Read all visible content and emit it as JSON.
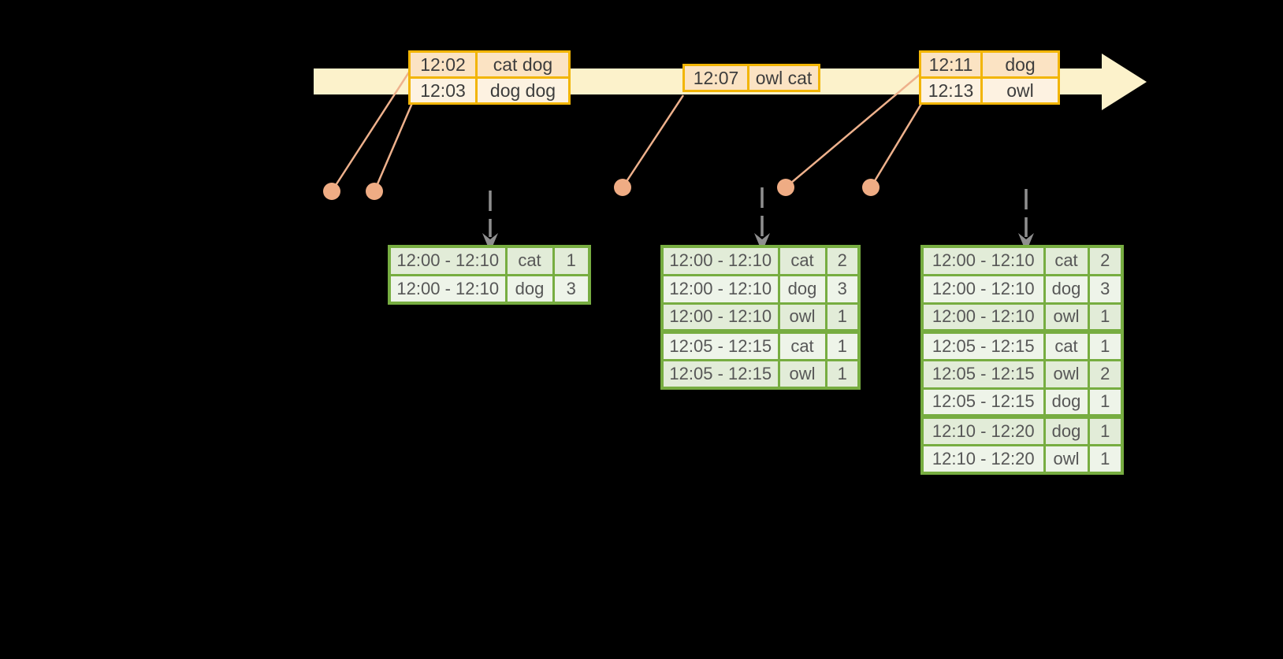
{
  "colors": {
    "timeline_fill": "#fcf2cb",
    "event_border": "#f2b505",
    "event_cell_dark": "#fbe3c3",
    "event_cell_light": "#fdf2e1",
    "event_text": "#3d3d3d",
    "connector": "#eeab82",
    "dashed_arrow": "#8f8f8f",
    "result_border": "#77ad41",
    "result_cell_dark": "#e2ecd8",
    "result_cell_light": "#eef4e9",
    "result_text": "#575757",
    "background": "#000000"
  },
  "timeline": {
    "events": [
      {
        "rows": [
          {
            "time": "12:02",
            "words": "cat dog"
          },
          {
            "time": "12:03",
            "words": "dog dog"
          }
        ]
      },
      {
        "rows": [
          {
            "time": "12:07",
            "words": "owl cat"
          }
        ]
      },
      {
        "rows": [
          {
            "time": "12:11",
            "words": "dog"
          },
          {
            "time": "12:13",
            "words": "owl"
          }
        ]
      }
    ]
  },
  "result_tables": [
    {
      "rows": [
        {
          "window": "12:00 - 12:10",
          "word": "cat",
          "count": "1"
        },
        {
          "window": "12:00 - 12:10",
          "word": "dog",
          "count": "3"
        }
      ]
    },
    {
      "rows": [
        {
          "window": "12:00 - 12:10",
          "word": "cat",
          "count": "2"
        },
        {
          "window": "12:00 - 12:10",
          "word": "dog",
          "count": "3"
        },
        {
          "window": "12:00 - 12:10",
          "word": "owl",
          "count": "1"
        },
        {
          "window": "12:05 - 12:15",
          "word": "cat",
          "count": "1"
        },
        {
          "window": "12:05 - 12:15",
          "word": "owl",
          "count": "1"
        }
      ]
    },
    {
      "rows": [
        {
          "window": "12:00 - 12:10",
          "word": "cat",
          "count": "2"
        },
        {
          "window": "12:00 - 12:10",
          "word": "dog",
          "count": "3"
        },
        {
          "window": "12:00 - 12:10",
          "word": "owl",
          "count": "1"
        },
        {
          "window": "12:05 - 12:15",
          "word": "cat",
          "count": "1"
        },
        {
          "window": "12:05 - 12:15",
          "word": "owl",
          "count": "2"
        },
        {
          "window": "12:05 - 12:15",
          "word": "dog",
          "count": "1"
        },
        {
          "window": "12:10 - 12:20",
          "word": "dog",
          "count": "1"
        },
        {
          "window": "12:10 - 12:20",
          "word": "owl",
          "count": "1"
        }
      ]
    }
  ]
}
